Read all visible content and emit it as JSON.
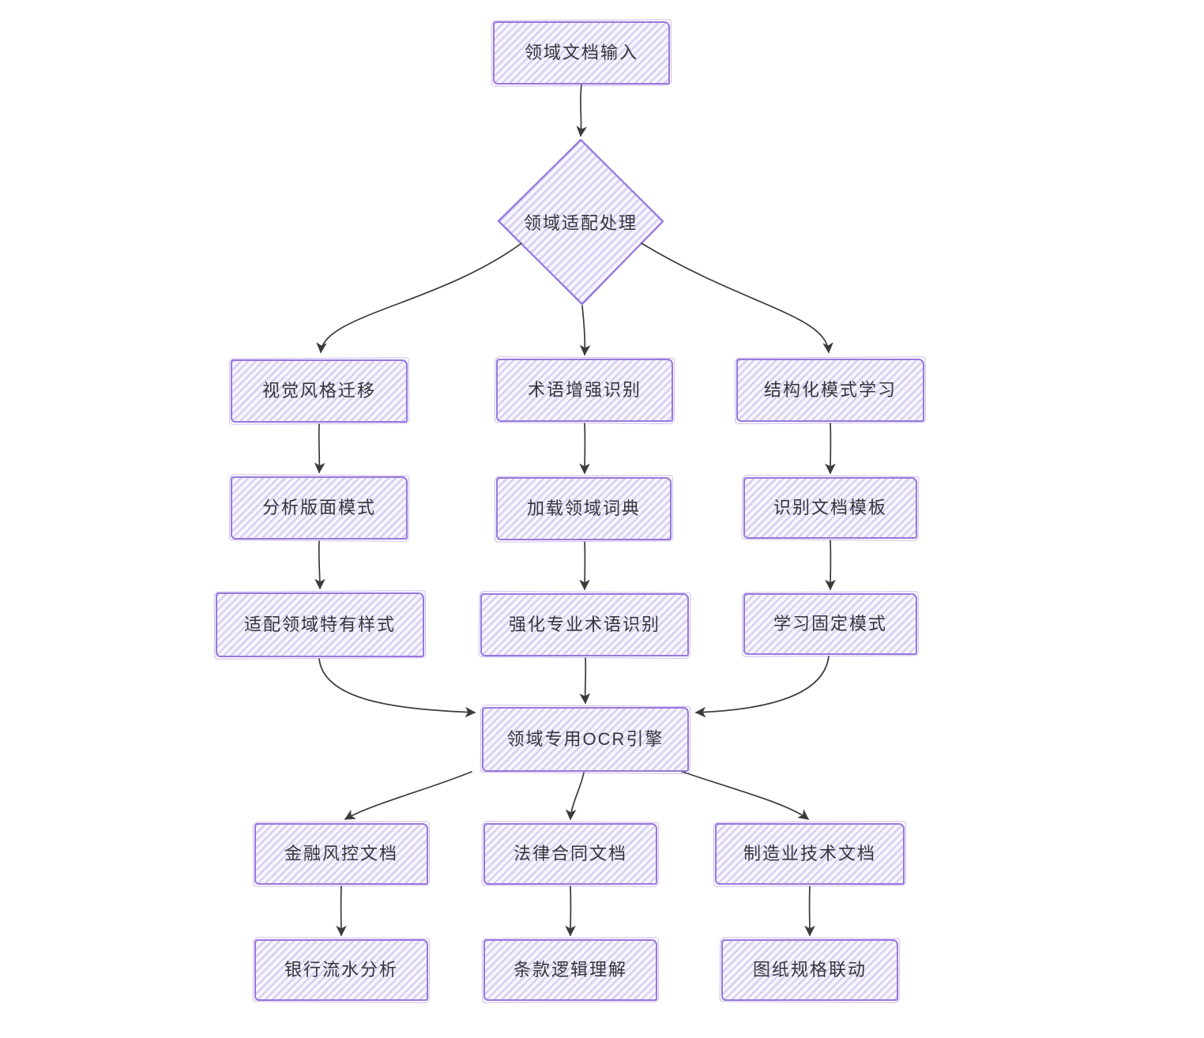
{
  "diagram": {
    "type": "flowchart",
    "orientation": "top-down",
    "style": "hand-drawn-sketch",
    "colors": {
      "background": "#ffffff",
      "node_border": "#9878dc",
      "node_fill_stripe": "#ddd6f5",
      "node_fill_base": "#f8f6fd",
      "arrow": "#3b3b3b",
      "text": "#35353b"
    },
    "nodes": {
      "input": {
        "label": "领域文档输入",
        "shape": "rect"
      },
      "decision": {
        "label": "领域适配处理",
        "shape": "diamond"
      },
      "style_transfer": {
        "label": "视觉风格迁移",
        "shape": "rect"
      },
      "term_recognition": {
        "label": "术语增强识别",
        "shape": "rect"
      },
      "pattern_learning": {
        "label": "结构化模式学习",
        "shape": "rect"
      },
      "layout_analysis": {
        "label": "分析版面模式",
        "shape": "rect"
      },
      "dictionary": {
        "label": "加载领域词典",
        "shape": "rect"
      },
      "template": {
        "label": "识别文档模板",
        "shape": "rect"
      },
      "adapt_style": {
        "label": "适配领域特有样式",
        "shape": "rect"
      },
      "strengthen_terms": {
        "label": "强化专业术语识别",
        "shape": "rect"
      },
      "fixed_patterns": {
        "label": "学习固定模式",
        "shape": "rect"
      },
      "ocr_engine": {
        "label": "领域专用OCR引擎",
        "shape": "rect"
      },
      "finance_doc": {
        "label": "金融风控文档",
        "shape": "rect"
      },
      "legal_doc": {
        "label": "法律合同文档",
        "shape": "rect"
      },
      "manufacturing_doc": {
        "label": "制造业技术文档",
        "shape": "rect"
      },
      "bank_analysis": {
        "label": "银行流水分析",
        "shape": "rect"
      },
      "clause_logic": {
        "label": "条款逻辑理解",
        "shape": "rect"
      },
      "drawing_spec": {
        "label": "图纸规格联动",
        "shape": "rect"
      }
    },
    "edges": [
      {
        "from": "input",
        "to": "decision"
      },
      {
        "from": "decision",
        "to": "style_transfer"
      },
      {
        "from": "decision",
        "to": "term_recognition"
      },
      {
        "from": "decision",
        "to": "pattern_learning"
      },
      {
        "from": "style_transfer",
        "to": "layout_analysis"
      },
      {
        "from": "term_recognition",
        "to": "dictionary"
      },
      {
        "from": "pattern_learning",
        "to": "template"
      },
      {
        "from": "layout_analysis",
        "to": "adapt_style"
      },
      {
        "from": "dictionary",
        "to": "strengthen_terms"
      },
      {
        "from": "template",
        "to": "fixed_patterns"
      },
      {
        "from": "adapt_style",
        "to": "ocr_engine"
      },
      {
        "from": "strengthen_terms",
        "to": "ocr_engine"
      },
      {
        "from": "fixed_patterns",
        "to": "ocr_engine"
      },
      {
        "from": "ocr_engine",
        "to": "finance_doc"
      },
      {
        "from": "ocr_engine",
        "to": "legal_doc"
      },
      {
        "from": "ocr_engine",
        "to": "manufacturing_doc"
      },
      {
        "from": "finance_doc",
        "to": "bank_analysis"
      },
      {
        "from": "legal_doc",
        "to": "clause_logic"
      },
      {
        "from": "manufacturing_doc",
        "to": "drawing_spec"
      }
    ]
  }
}
